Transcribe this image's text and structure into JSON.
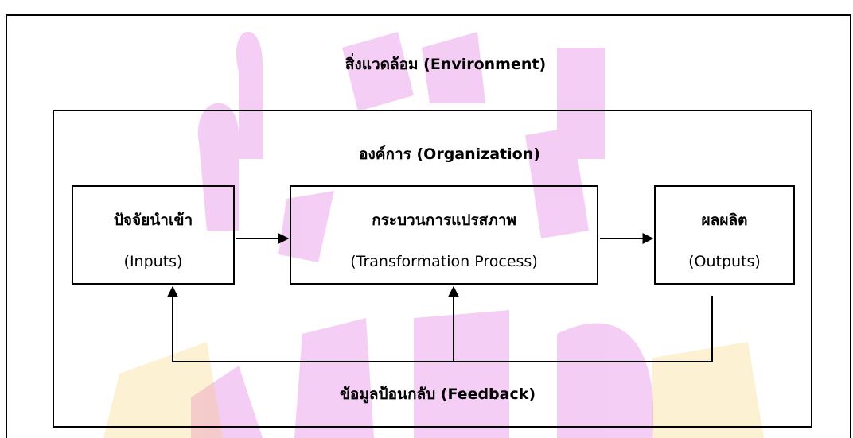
{
  "environment": {
    "label": "สิ่งแวดล้อม (Environment)"
  },
  "organization": {
    "label": "องค์การ (Organization)"
  },
  "inputs": {
    "title": "ปัจจัยนำเข้า",
    "subtitle": "(Inputs)"
  },
  "process": {
    "title": "กระบวนการแปรสภาพ",
    "subtitle": "(Transformation Process)"
  },
  "outputs": {
    "title": "ผลผลิต",
    "subtitle": "(Outputs)"
  },
  "feedback": {
    "label": "ข้อมูลป้อนกลับ (Feedback)"
  },
  "colors": {
    "watermark": "#d94fd9",
    "watermark_accent": "#f2c94c",
    "line": "#000000"
  }
}
